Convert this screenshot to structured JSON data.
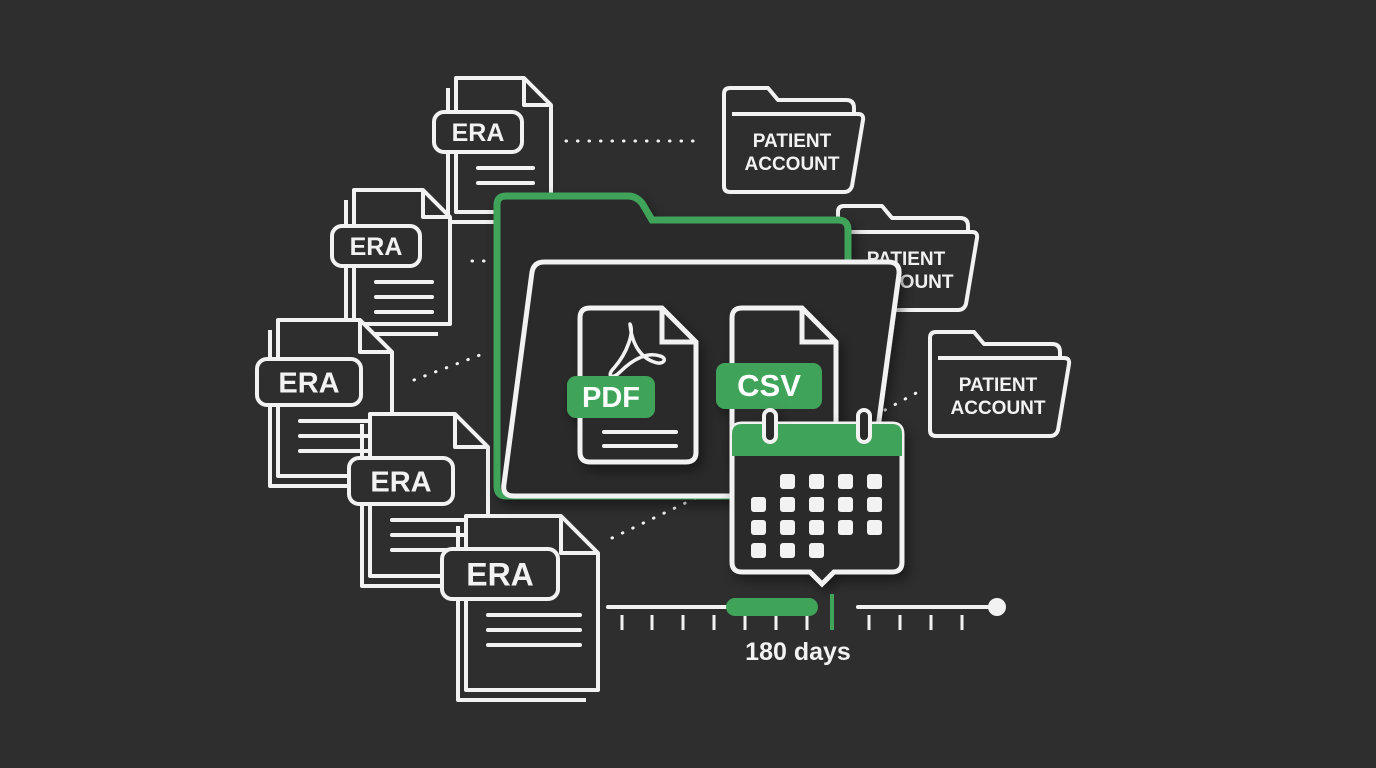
{
  "colors": {
    "background": "#2e2e2e",
    "outline": "#f2f2f2",
    "accent": "#3fa35a",
    "fill_dark": "#2b2b2b"
  },
  "era_documents": [
    {
      "label": "ERA"
    },
    {
      "label": "ERA"
    },
    {
      "label": "ERA"
    },
    {
      "label": "ERA"
    },
    {
      "label": "ERA"
    }
  ],
  "patient_accounts": [
    {
      "line1": "PATIENT",
      "line2": "ACCOUNT"
    },
    {
      "line1": "PATIENT",
      "line2": "ACCOUNT"
    },
    {
      "line1": "PATIENT",
      "line2": "ACCOUNT"
    }
  ],
  "export_folder": {
    "pdf_label": "PDF",
    "csv_label": "CSV"
  },
  "retention_timeline": {
    "value_days": 180,
    "label": "180 days",
    "progress_fraction": 0.58
  },
  "icons": {
    "pdf": "acrobat-pdf-icon",
    "calendar": "calendar-icon",
    "folder": "folder-icon",
    "document": "document-icon"
  }
}
